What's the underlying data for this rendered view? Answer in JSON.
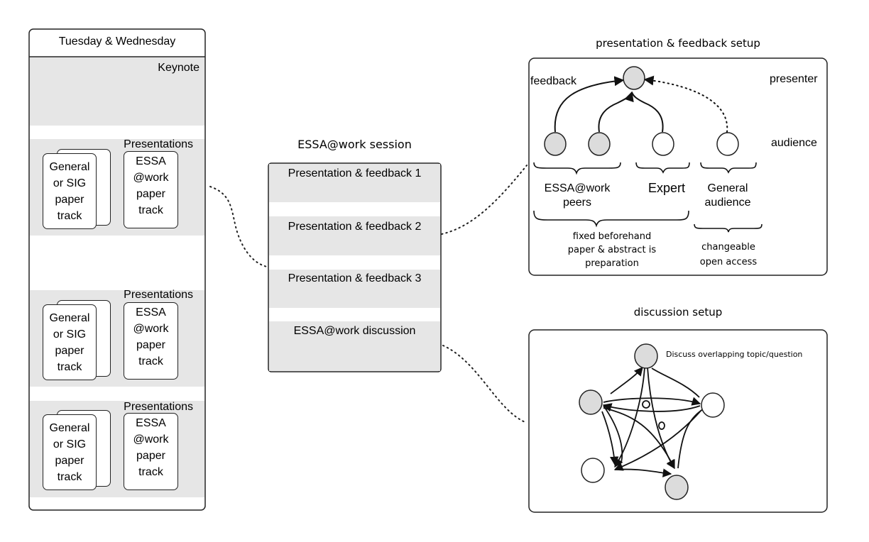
{
  "schedule": {
    "title": "Tuesday & Wednesday",
    "keynote": "Keynote",
    "blocks": [
      {
        "label": "Presentations",
        "general_card": "General\nor SIG\npaper\ntrack",
        "essa_card": "ESSA\n@work\npaper\ntrack"
      },
      {
        "label": "Presentations",
        "general_card": "General\nor SIG\npaper\ntrack",
        "essa_card": "ESSA\n@work\npaper\ntrack"
      },
      {
        "label": "Presentations",
        "general_card": "General\nor SIG\npaper\ntrack",
        "essa_card": "ESSA\n@work\npaper\ntrack"
      }
    ]
  },
  "session": {
    "title": "ESSA@work session",
    "items": [
      "Presentation & feedback 1",
      "Presentation & feedback 2",
      "Presentation & feedback 3",
      "ESSA@work discussion"
    ]
  },
  "presentation_setup": {
    "title": "presentation & feedback setup",
    "feedback": "feedback",
    "presenter": "presenter",
    "audience": "audience",
    "peers": "ESSA@work\npeers",
    "expert": "Expert",
    "general_audience": "General\naudience",
    "fixed_note": "fixed beforehand\npaper & abstract is\npreparation",
    "changeable_note": "changeable\nopen access"
  },
  "discussion_setup": {
    "title": "discussion setup",
    "note": "Discuss overlapping topic/question"
  },
  "colors": {
    "node_fill": "#dcdcdc",
    "band_fill": "#e6e6e6",
    "stroke": "#222222"
  }
}
